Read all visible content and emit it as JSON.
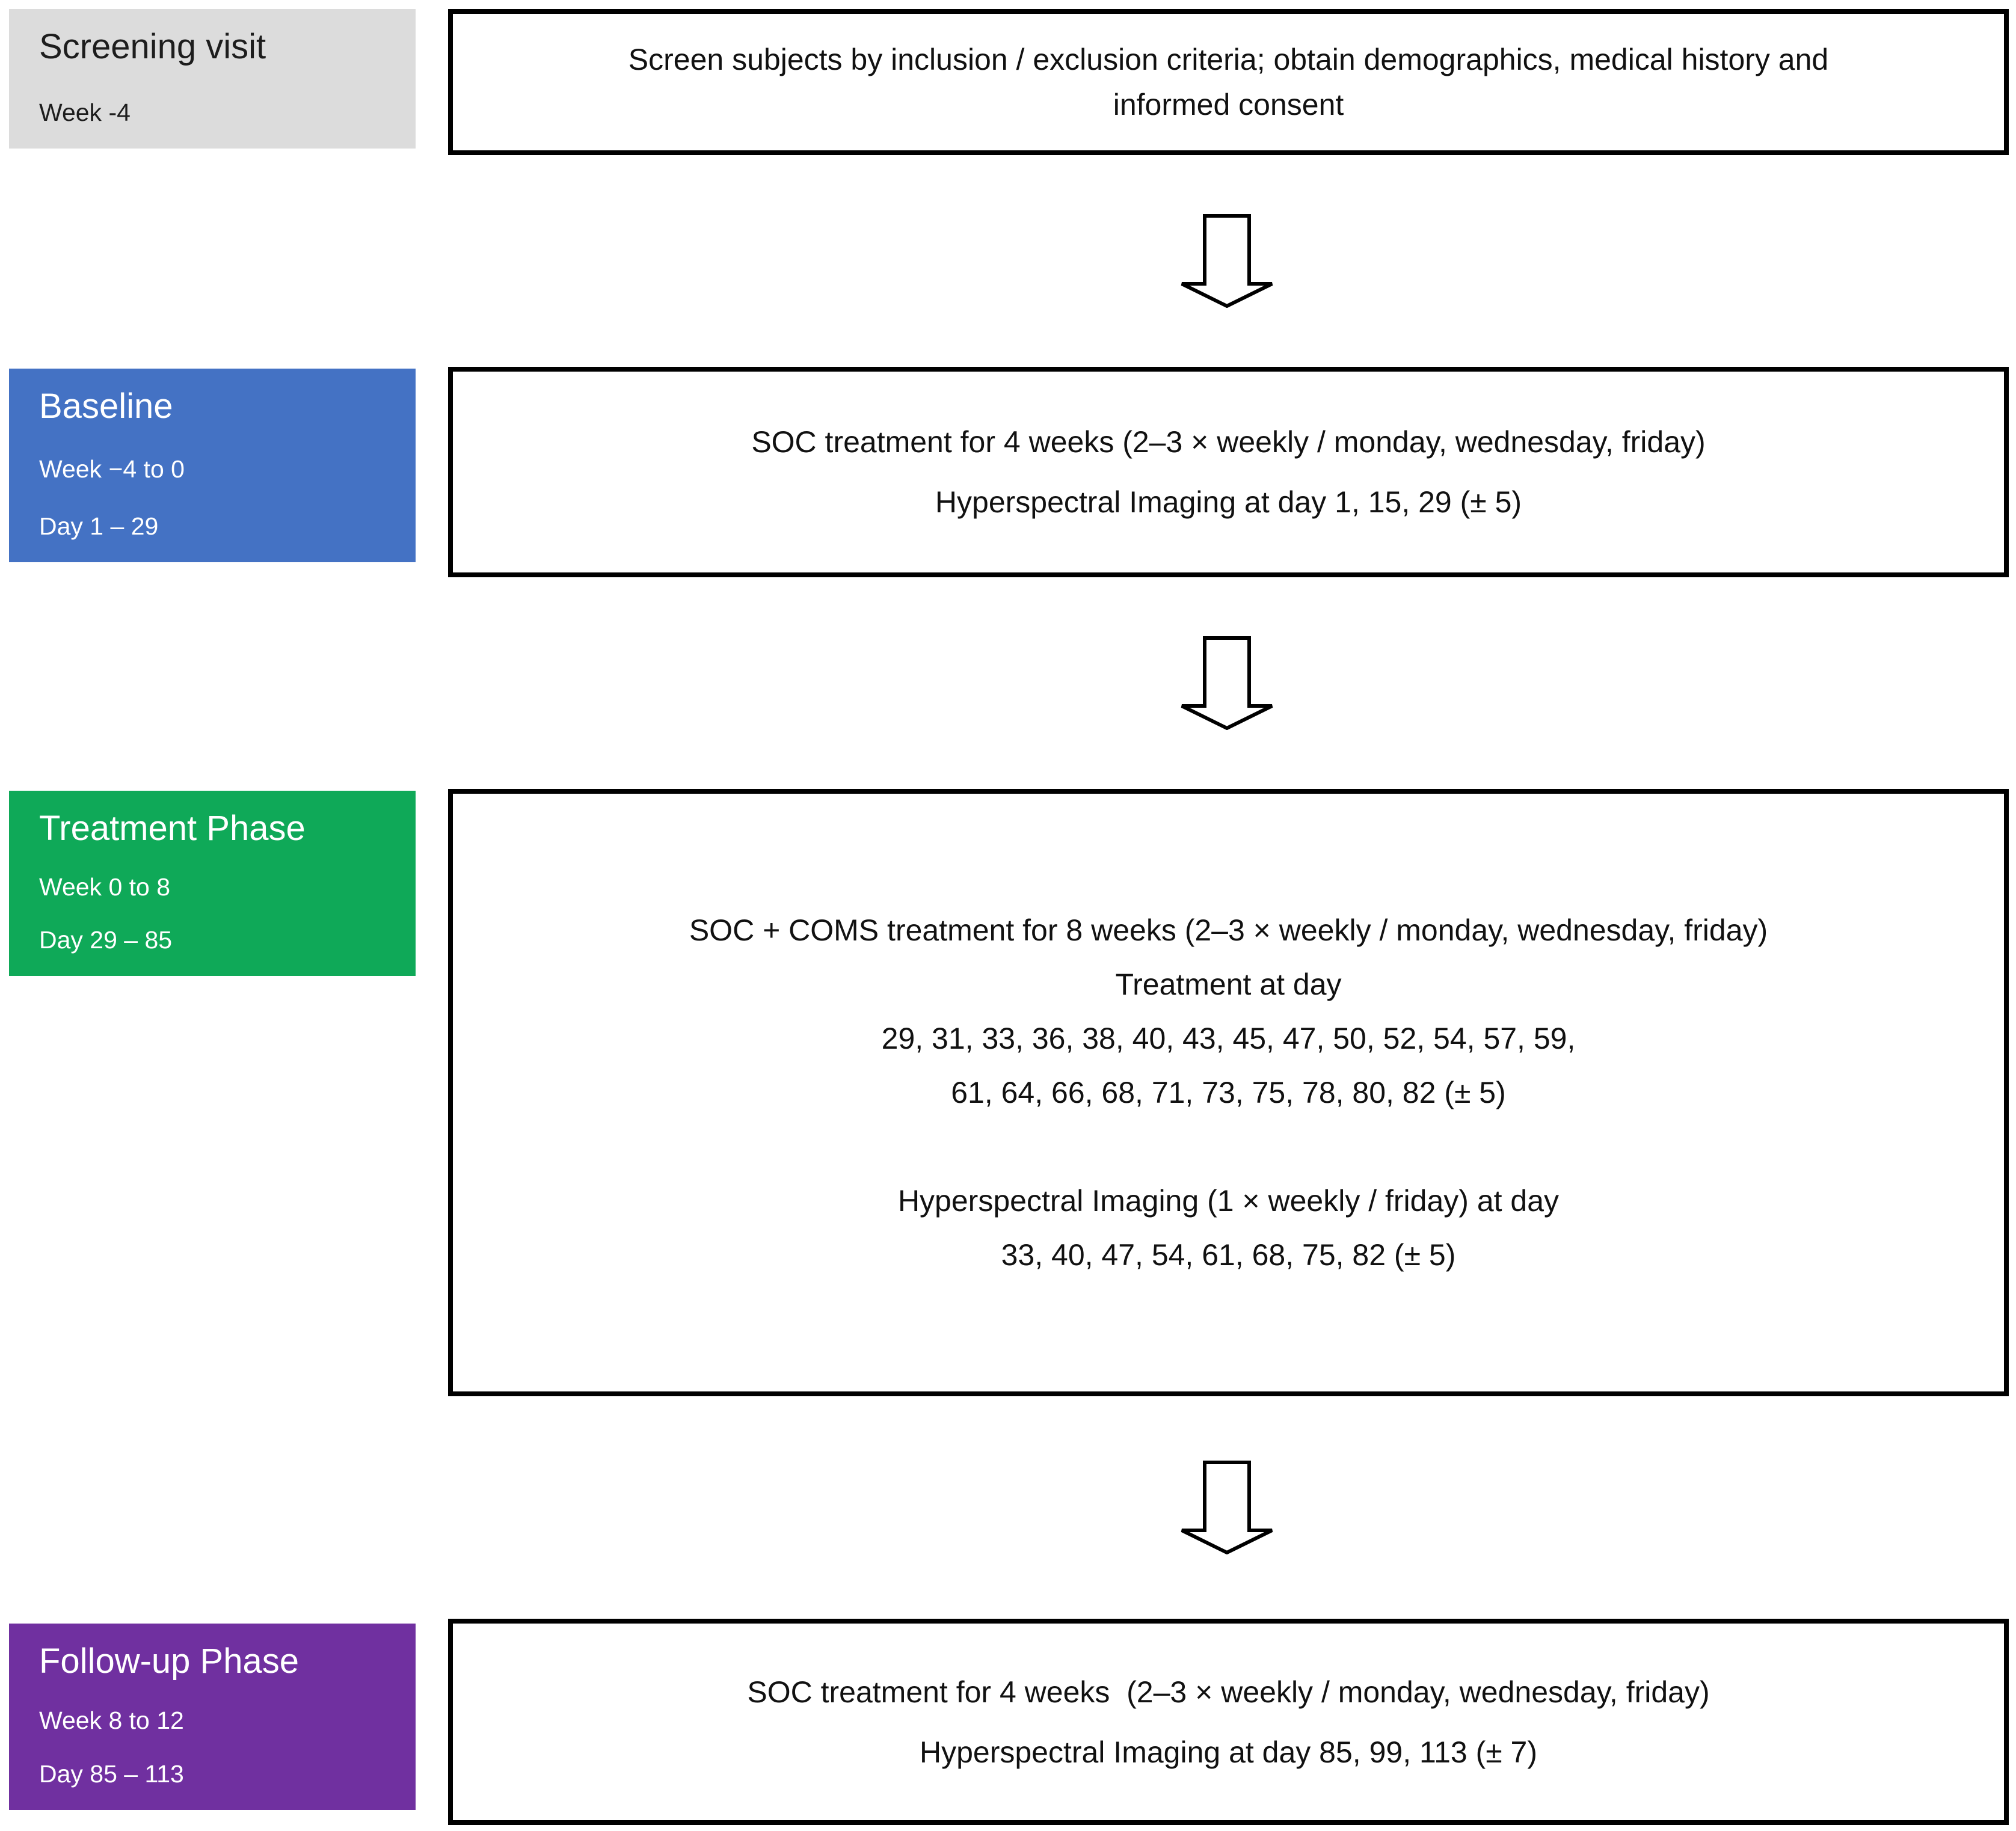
{
  "phases": [
    {
      "key": "screening",
      "title": "Screening visit",
      "sub1": "Week -4",
      "color": "#DCDCDC",
      "content": {
        "line1": "Screen subjects by inclusion / exclusion criteria; obtain demographics, medical history and",
        "line2": "informed consent"
      }
    },
    {
      "key": "baseline",
      "title": "Baseline",
      "sub1": "Week −4 to 0",
      "sub2": "Day 1 – 29",
      "color": "#4472C4",
      "content": {
        "line1": "SOC treatment for 4 weeks (2–3 × weekly / monday, wednesday, friday)",
        "line2": "Hyperspectral Imaging at day 1, 15, 29 (± 5)"
      }
    },
    {
      "key": "treatment",
      "title": "Treatment Phase",
      "sub1": "Week 0 to 8",
      "sub2": "Day 29 – 85",
      "color": "#0FA958",
      "content": {
        "line1": "SOC + COMS treatment for 8 weeks (2–3 × weekly / monday, wednesday, friday)",
        "line2": "Treatment at day",
        "line3": "29, 31, 33, 36, 38, 40, 43, 45, 47, 50, 52, 54, 57, 59,",
        "line4": "61, 64, 66, 68, 71, 73, 75, 78, 80, 82 (± 5)",
        "line5": "Hyperspectral Imaging (1 × weekly / friday) at day",
        "line6": "33, 40, 47, 54, 61, 68, 75, 82 (± 5)"
      }
    },
    {
      "key": "followup",
      "title": "Follow-up Phase",
      "sub1": "Week 8 to 12",
      "sub2": "Day 85 – 113",
      "color": "#7030A0",
      "content": {
        "line1": "SOC treatment for 4 weeks  (2–3 × weekly / monday, wednesday, friday)",
        "line2": "Hyperspectral Imaging at day 85, 99, 113 (± 7)"
      }
    }
  ],
  "arrow": {
    "name": "down-arrow"
  }
}
